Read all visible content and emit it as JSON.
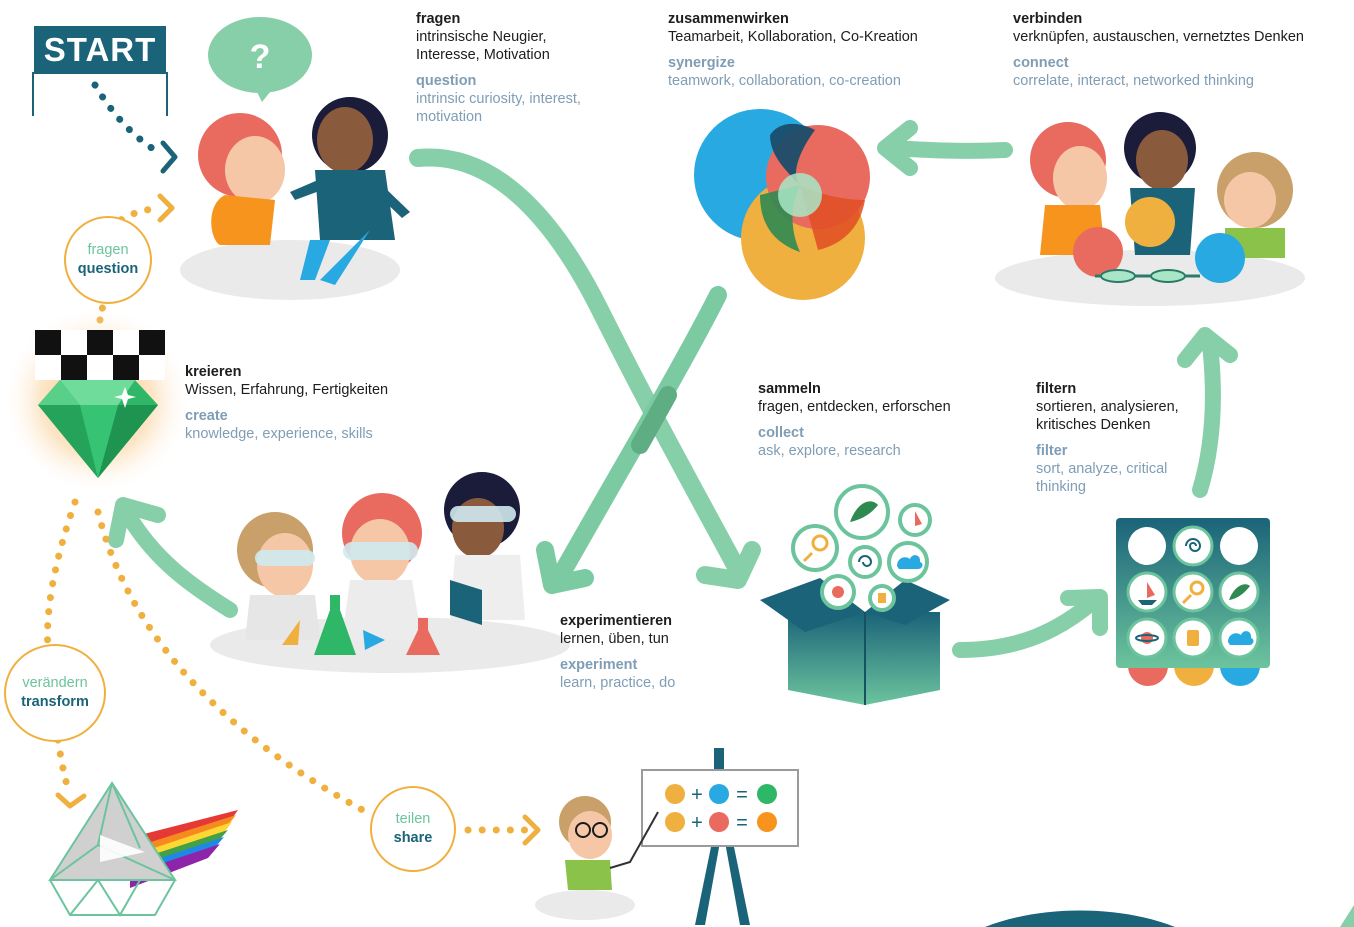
{
  "start_label": "START",
  "bubble_mark": "?",
  "stages": [
    {
      "id": "fragen",
      "de_title": "fragen",
      "de_desc": "intrinsische Neugier, Interesse, Motivation",
      "en_title": "question",
      "en_desc": "intrinsic curiosity, interest, motivation"
    },
    {
      "id": "zusammenwirken",
      "de_title": "zusammenwirken",
      "de_desc": "Teamarbeit, Kollaboration, Co-Kreation",
      "en_title": "synergize",
      "en_desc": "teamwork, collaboration, co-creation"
    },
    {
      "id": "verbinden",
      "de_title": "verbinden",
      "de_desc": "verknüpfen, austauschen, vernetztes Denken",
      "en_title": "connect",
      "en_desc": "correlate, interact, networked thinking"
    },
    {
      "id": "kreieren",
      "de_title": "kreieren",
      "de_desc": "Wissen, Erfahrung, Fertigkeiten",
      "en_title": "create",
      "en_desc": "knowledge, experience, skills"
    },
    {
      "id": "sammeln",
      "de_title": "sammeln",
      "de_desc": "fragen, entdecken, erforschen",
      "en_title": "collect",
      "en_desc": "ask, explore, research"
    },
    {
      "id": "filtern",
      "de_title": "filtern",
      "de_desc": "sortieren, analysieren, kritisches Denken",
      "en_title": "filter",
      "en_desc": "sort, analyze, critical thinking"
    },
    {
      "id": "experimentieren",
      "de_title": "experimentieren",
      "de_desc": "lernen, üben, tun",
      "en_title": "experiment",
      "en_desc": "learn, practice, do"
    }
  ],
  "badges": [
    {
      "id": "question",
      "de": "fragen",
      "en": "question"
    },
    {
      "id": "transform",
      "de": "verändern",
      "en": "transform"
    },
    {
      "id": "share",
      "de": "teilen",
      "en": "share"
    }
  ],
  "colors": {
    "teal": "#1a6379",
    "green": "#6cc49d",
    "orange": "#f0b03f",
    "red": "#e85d5d",
    "blue": "#29a9e1",
    "text_en": "#7f9db5"
  },
  "board_symbols": [
    "+",
    "=",
    "+",
    "="
  ]
}
